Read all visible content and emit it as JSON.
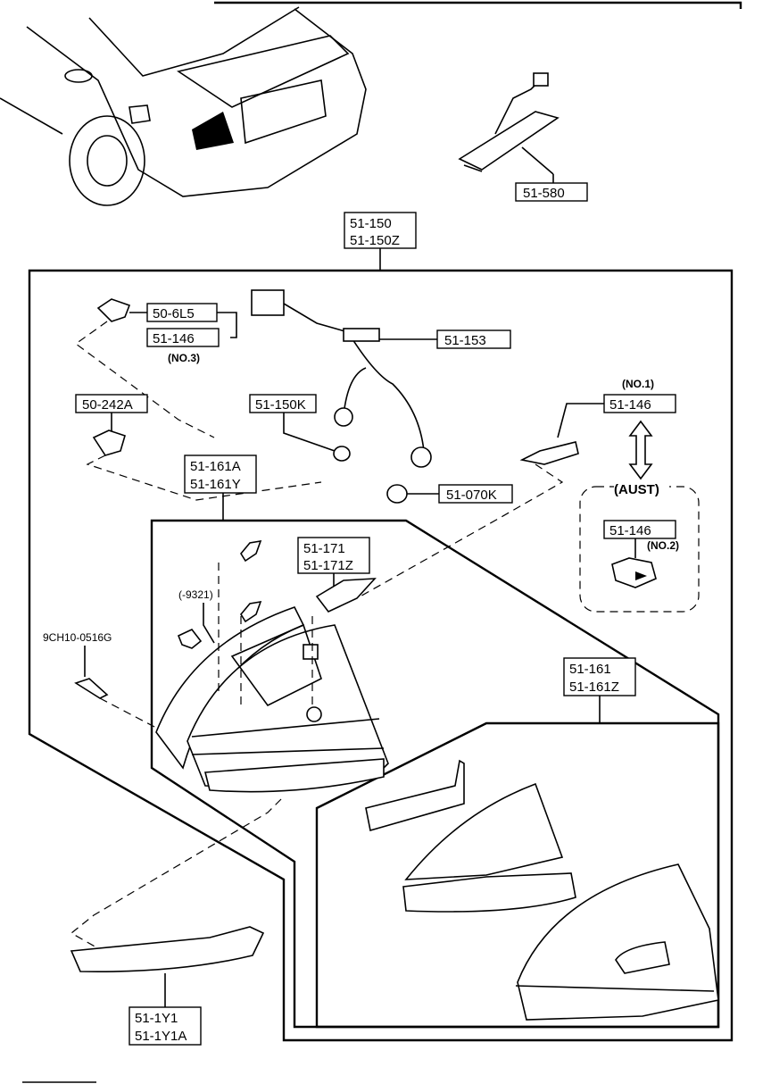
{
  "callouts": {
    "p51_580": "51-580",
    "p51_150": "51-150",
    "p51_150z": "51-150Z",
    "p50_6l5": "50-6L5",
    "p51_146_no3": "51-146",
    "no3": "(NO.3)",
    "p51_153": "51-153",
    "p50_242a": "50-242A",
    "p51_150k": "51-150K",
    "no1": "(NO.1)",
    "p51_146_no1": "51-146",
    "p51_161a": "51-161A",
    "p51_161y": "51-161Y",
    "p51_070k": "51-070K",
    "aust": "(AUST)",
    "p51_146_no2": "51-146",
    "no2": "(NO.2)",
    "p51_171": "51-171",
    "p51_171z": "51-171Z",
    "n9321": "(-9321)",
    "p9ch10": "9CH10-0516G",
    "p51_161": "51-161",
    "p51_161z": "51-161Z",
    "p51_1y1": "51-1Y1",
    "p51_1y1a": "51-1Y1A"
  }
}
